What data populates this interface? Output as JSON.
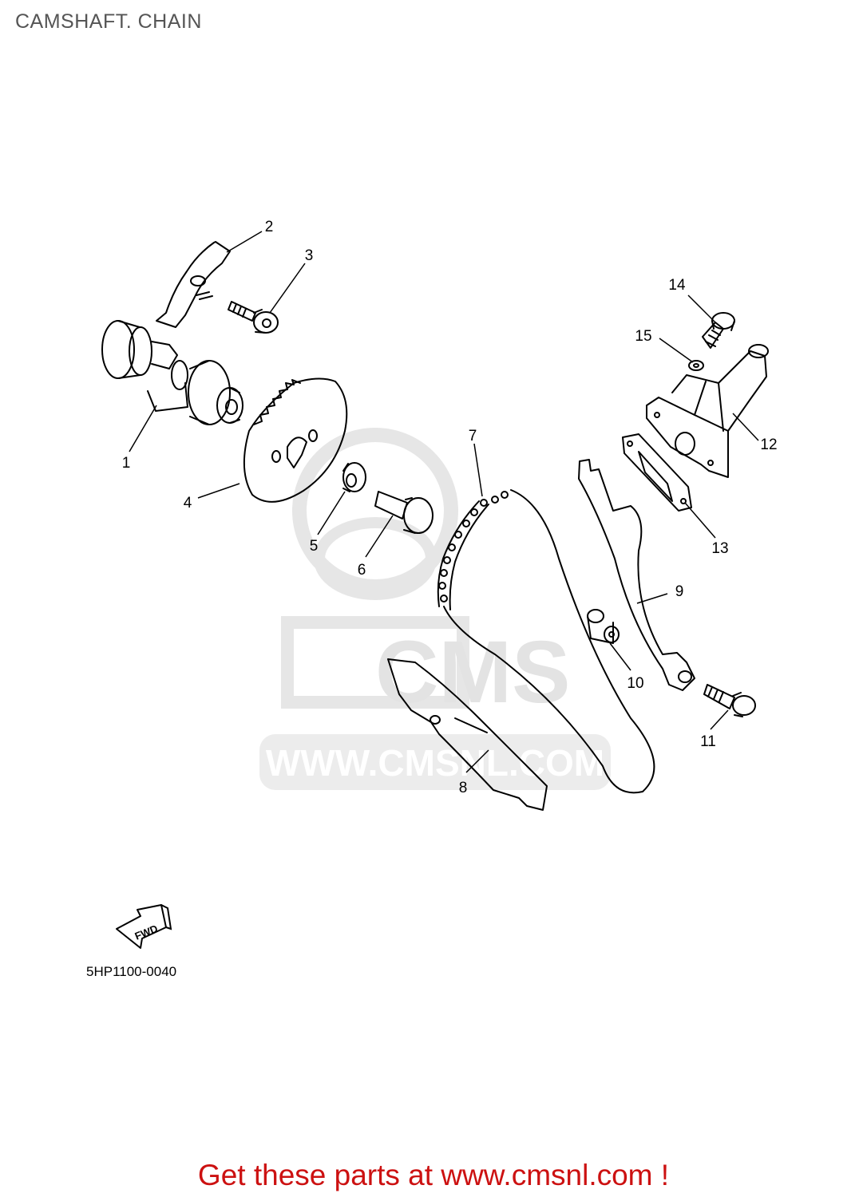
{
  "page": {
    "title": "CAMSHAFT. CHAIN"
  },
  "callouts": [
    "1",
    "2",
    "3",
    "4",
    "5",
    "6",
    "7",
    "8",
    "9",
    "10",
    "11",
    "12",
    "13",
    "14",
    "15"
  ],
  "watermark": {
    "logo_text": "CMS",
    "url_text": "WWW.CMSNL.COM"
  },
  "fwd_label": "FWD",
  "diagram_code": "5HP1100-0040",
  "footer": {
    "promo_text": "Get these parts at www.cmsnl.com !"
  },
  "colors": {
    "promo": "#cc1111",
    "title": "#555555",
    "watermark": "#e3e3e3"
  }
}
